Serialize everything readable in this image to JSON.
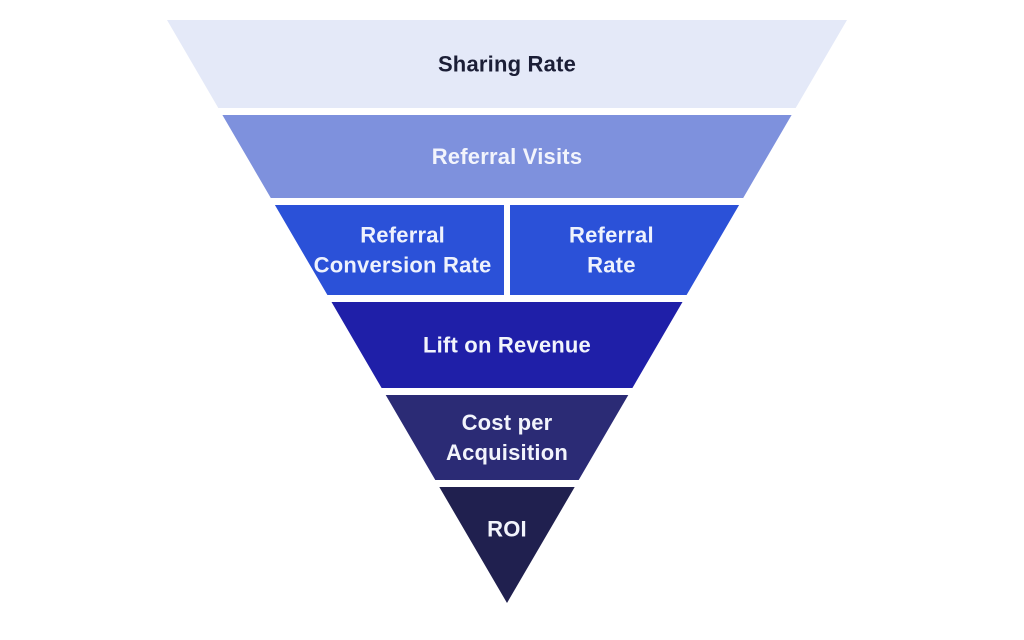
{
  "diagram": {
    "type": "inverted-funnel",
    "background": "#ffffff",
    "divider_color": "#ffffff",
    "levels": [
      {
        "labels": [
          [
            "Sharing Rate"
          ]
        ],
        "color": "#e4e9f8",
        "text_color": "#1b1e36"
      },
      {
        "labels": [
          [
            "Referral Visits"
          ]
        ],
        "color": "#7e91dd",
        "text_color": "#f2f4fc"
      },
      {
        "labels": [
          [
            "Referral",
            "Conversion Rate"
          ],
          [
            "Referral",
            "Rate"
          ]
        ],
        "color": "#2b51d8",
        "text_color": "#eef2fd",
        "split": true
      },
      {
        "labels": [
          [
            "Lift on Revenue"
          ]
        ],
        "color": "#1f1fa8",
        "text_color": "#f2f4fc"
      },
      {
        "labels": [
          [
            "Cost per",
            "Acquisition"
          ]
        ],
        "color": "#2b2b75",
        "text_color": "#f2f4fc"
      },
      {
        "labels": [
          [
            "ROI"
          ]
        ],
        "color": "#20204f",
        "text_color": "#f2f4fc"
      }
    ]
  }
}
